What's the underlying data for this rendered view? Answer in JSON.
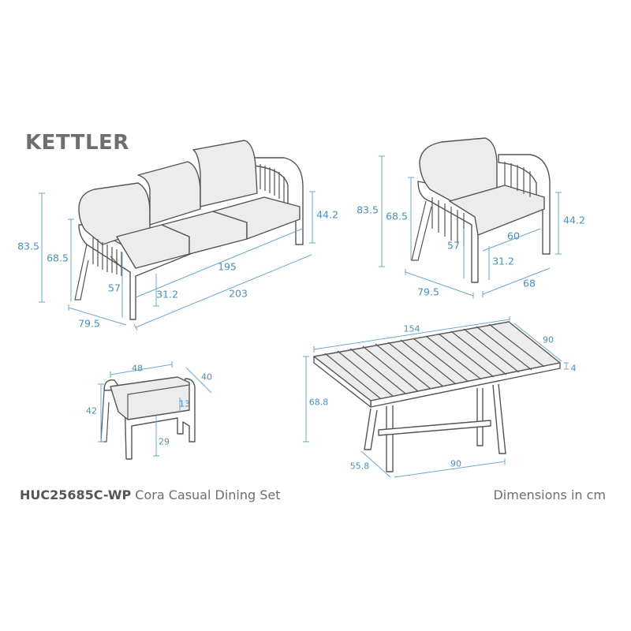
{
  "brand": "KETTLER",
  "footer": {
    "product_code": "HUC25685C-WP",
    "product_name": "Cora Casual Dining Set",
    "units_note": "Dimensions in cm"
  },
  "colors": {
    "dimension": "#4a8fc0",
    "outline": "#555555",
    "brand": "#6d6e70"
  },
  "sofa": {
    "total_height": "83.5",
    "back_height": "68.5",
    "arm_height": "57",
    "seat_height": "31.2",
    "inner_width": "195",
    "total_width": "203",
    "depth": "79.5",
    "side_height": "44.2"
  },
  "armchair": {
    "total_height": "83.5",
    "back_height": "68.5",
    "arm_height": "57",
    "seat_width": "60",
    "seat_height": "31.2",
    "depth": "79.5",
    "width": "68",
    "side_height": "44.2"
  },
  "stool": {
    "width": "48",
    "depth": "40",
    "height": "42",
    "cushion_height": "13",
    "frame_height": "29"
  },
  "table": {
    "length": "154",
    "width": "90",
    "top_thickness": "4",
    "height": "68.8",
    "leg_depth": "55.8",
    "leg_span": "90"
  }
}
